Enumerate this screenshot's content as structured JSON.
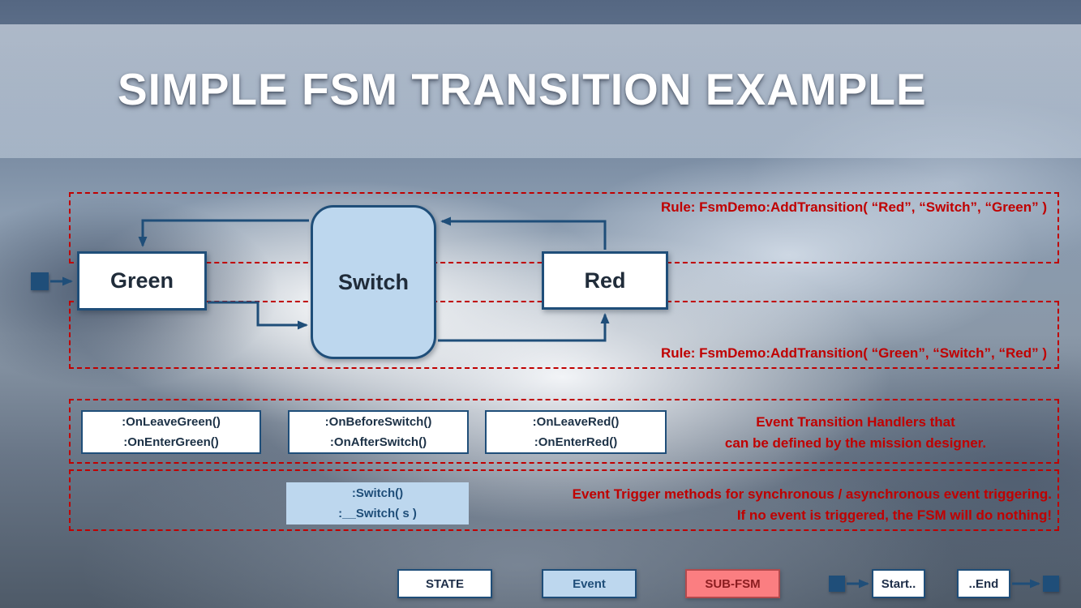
{
  "title": "SIMPLE FSM TRANSITION EXAMPLE",
  "colors": {
    "navy": "#1F4E79",
    "rule_red": "#C00000",
    "event_blue": "#BDD7EE",
    "subfsm_salmon": "#FB7E81"
  },
  "diagram": {
    "states": {
      "green": "Green",
      "switch": "Switch",
      "red": "Red"
    },
    "rules": {
      "red_to_green": "Rule: FsmDemo:AddTransition( “Red”, “Switch”, “Green” )",
      "green_to_red": "Rule: FsmDemo:AddTransition( “Green”, “Switch”, “Red” )"
    }
  },
  "handlers": {
    "green": [
      ":OnLeaveGreen()",
      ":OnEnterGreen()"
    ],
    "switch": [
      ":OnBeforeSwitch()",
      ":OnAfterSwitch()"
    ],
    "red": [
      ":OnLeaveRed()",
      ":OnEnterRed()"
    ],
    "note": [
      "Event Transition Handlers that",
      "can be defined by the mission designer."
    ]
  },
  "triggers": {
    "methods": [
      ":Switch()",
      ":__Switch( s )"
    ],
    "note": [
      "Event Trigger methods for synchronous / asynchronous  event triggering.",
      "If no event is triggered, the FSM will do nothing!"
    ]
  },
  "legend": {
    "state": "STATE",
    "event": "Event",
    "subfsm": "SUB-FSM",
    "start": "Start..",
    "end": "..End"
  }
}
